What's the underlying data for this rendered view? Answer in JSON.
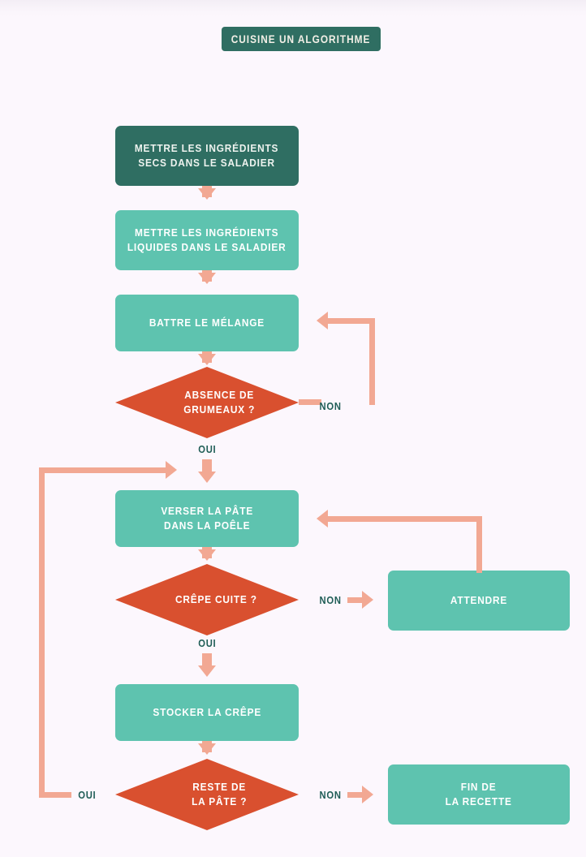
{
  "page": {
    "title": "CUISINE UN ALGORITHME",
    "background_color": "#fcf7fd"
  },
  "palette": {
    "dark_teal": "#2f6e62",
    "light_teal": "#5ec3af",
    "decision_red": "#d9502f",
    "connector_salmon": "#f2a893",
    "label_teal": "#1f5d56",
    "node_text": "#ffffff"
  },
  "flowchart": {
    "type": "flowchart",
    "nodes": [
      {
        "id": "n1",
        "shape": "process",
        "style": "dark",
        "label": "METTRE LES INGRÉDIENTS\nSECS DANS LE SALADIER"
      },
      {
        "id": "n2",
        "shape": "process",
        "style": "light",
        "label": "METTRE LES INGRÉDIENTS\nLIQUIDES DANS LE SALADIER"
      },
      {
        "id": "n3",
        "shape": "process",
        "style": "light",
        "label": "BATTRE LE MÉLANGE"
      },
      {
        "id": "d1",
        "shape": "decision",
        "style": "red",
        "label": "ABSENCE DE\nGRUMEAUX ?"
      },
      {
        "id": "n4",
        "shape": "process",
        "style": "light",
        "label": "VERSER LA PÂTE\nDANS LA POÊLE"
      },
      {
        "id": "d2",
        "shape": "decision",
        "style": "red",
        "label": "CRÊPE CUITE ?"
      },
      {
        "id": "n5",
        "shape": "process",
        "style": "light",
        "label": "ATTENDRE"
      },
      {
        "id": "n6",
        "shape": "process",
        "style": "light",
        "label": "STOCKER LA CRÊPE"
      },
      {
        "id": "d3",
        "shape": "decision",
        "style": "red",
        "label": "RESTE DE\nLA PÂTE ?"
      },
      {
        "id": "n7",
        "shape": "process",
        "style": "light",
        "label": "FIN DE\nLA RECETTE"
      }
    ],
    "edges": [
      {
        "from": "n1",
        "to": "n2",
        "label": ""
      },
      {
        "from": "n2",
        "to": "n3",
        "label": ""
      },
      {
        "from": "n3",
        "to": "d1",
        "label": ""
      },
      {
        "from": "d1",
        "to": "n3",
        "label": "NON"
      },
      {
        "from": "d1",
        "to": "n4",
        "label": "OUI"
      },
      {
        "from": "n4",
        "to": "d2",
        "label": ""
      },
      {
        "from": "d2",
        "to": "n5",
        "label": "NON"
      },
      {
        "from": "n5",
        "to": "n4",
        "label": ""
      },
      {
        "from": "d2",
        "to": "n6",
        "label": "OUI"
      },
      {
        "from": "n6",
        "to": "d3",
        "label": ""
      },
      {
        "from": "d3",
        "to": "n7",
        "label": "NON"
      },
      {
        "from": "d3",
        "to": "n4",
        "label": "OUI"
      }
    ],
    "edge_labels": {
      "grumeaux_non": "NON",
      "grumeaux_oui": "OUI",
      "crepe_non": "NON",
      "crepe_oui": "OUI",
      "reste_non": "NON",
      "reste_oui": "OUI"
    }
  }
}
